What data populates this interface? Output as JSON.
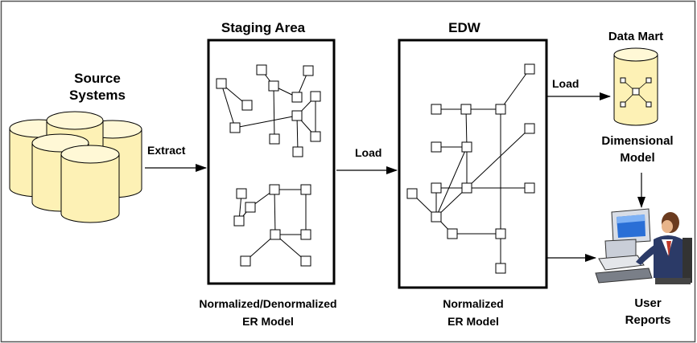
{
  "source": {
    "line1": "Source",
    "line2": "Systems"
  },
  "staging": {
    "title": "Staging Area",
    "caption_line1": "Normalized/Denormalized",
    "caption_line2": "ER Model"
  },
  "edw": {
    "title": "EDW",
    "caption_line1": "Normalized",
    "caption_line2": "ER Model"
  },
  "data_mart": {
    "title": "Data Mart",
    "caption_line1": "Dimensional",
    "caption_line2": "Model"
  },
  "user": {
    "line1": "User",
    "line2": "Reports"
  },
  "arrows": {
    "extract": "Extract",
    "load_to_edw": "Load",
    "load_to_mart": "Load"
  },
  "colors": {
    "cylinder_fill": "#fdf1b5",
    "cylinder_top": "#fff8d6",
    "stroke": "#000000",
    "border": "#555555"
  },
  "icons": {
    "databases": "cylinder-stack",
    "data_mart": "cylinder-star-schema",
    "user": "person-at-computer"
  }
}
